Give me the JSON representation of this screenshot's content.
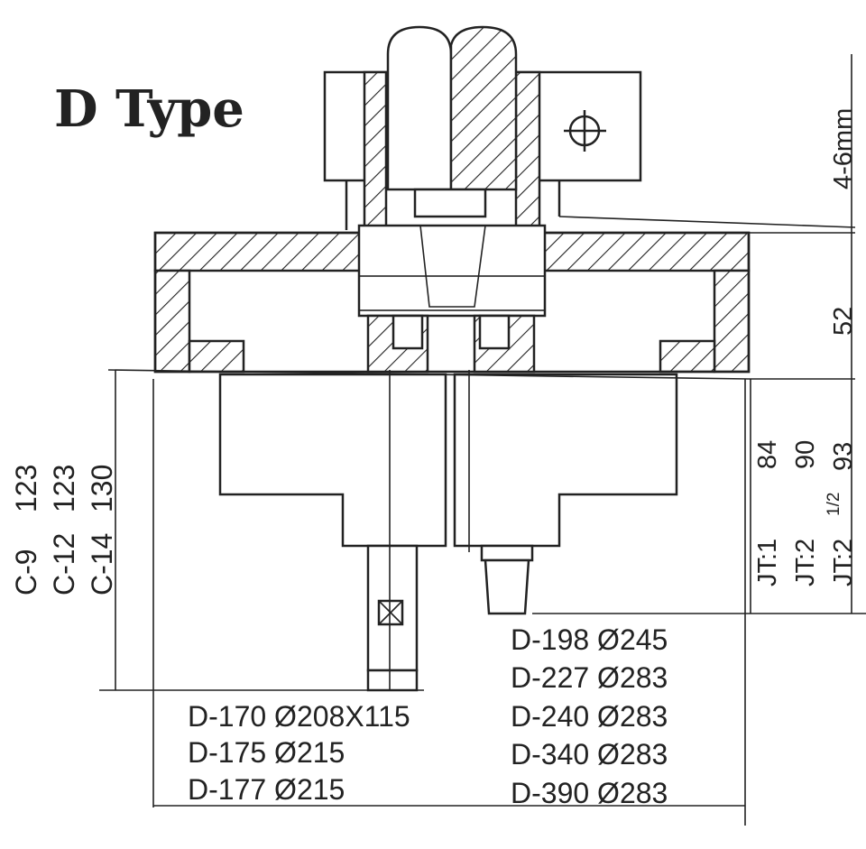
{
  "title": "D Type",
  "dims": {
    "gap": "4-6mm",
    "plate_height": "52"
  },
  "jt_list": [
    {
      "name": "JT:1",
      "sup": "",
      "value": "84"
    },
    {
      "name": "JT:2",
      "sup": "",
      "value": "90"
    },
    {
      "name": "JT:2",
      "sup": "1/2",
      "value": "93"
    }
  ],
  "c_list": [
    {
      "name": "C-9",
      "value": "123"
    },
    {
      "name": "C-12",
      "value": "123"
    },
    {
      "name": "C-14",
      "value": "130"
    }
  ],
  "left_models": [
    "D-170 Ø208X115",
    "D-175 Ø215",
    "D-177 Ø215"
  ],
  "right_models": [
    "D-198 Ø245",
    "D-227 Ø283",
    "D-240 Ø283",
    "D-340 Ø283",
    "D-390 Ø283"
  ]
}
